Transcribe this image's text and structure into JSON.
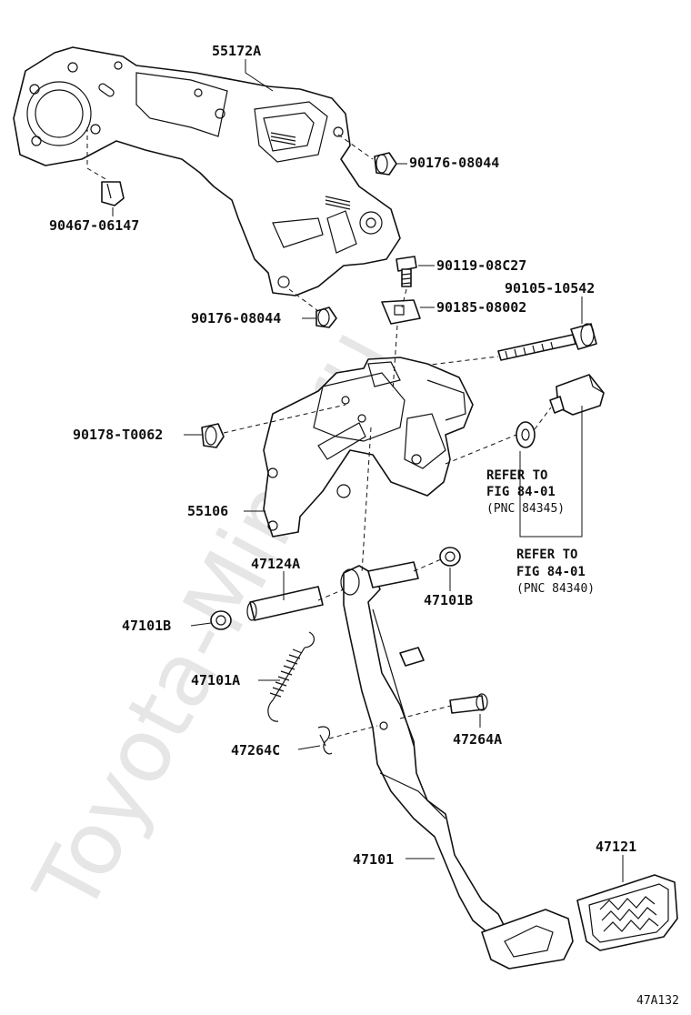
{
  "watermark": "Toyota-Mine.ru",
  "figure_code": "47A132",
  "callouts": {
    "p55172A": "55172A",
    "p90176_08044_top": "90176-08044",
    "p90467_06147": "90467-06147",
    "p90119_08C27": "90119-08C27",
    "p90105_10542": "90105-10542",
    "p90176_08044_bot": "90176-08044",
    "p90185_08002": "90185-08002",
    "p90178_T0062": "90178-T0062",
    "p55106": "55106",
    "p47124A": "47124A",
    "p47101B_right": "47101B",
    "p47101B_left": "47101B",
    "p47101A": "47101A",
    "p47264A": "47264A",
    "p47264C": "47264C",
    "p47101": "47101",
    "p47121": "47121"
  },
  "references": [
    {
      "line1": "REFER TO",
      "line2": "FIG 84-01",
      "line3": "(PNC 84345)"
    },
    {
      "line1": "REFER TO",
      "line2": "FIG 84-01",
      "line3": "(PNC 84340)"
    }
  ]
}
